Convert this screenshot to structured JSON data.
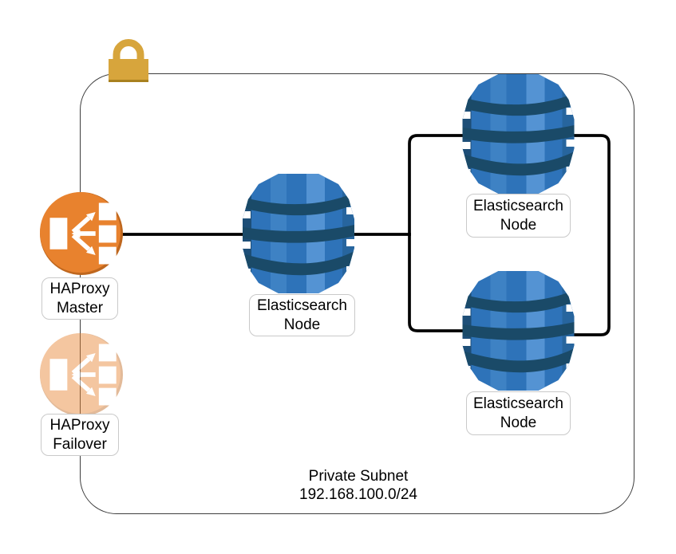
{
  "subnet": {
    "label_line1": "Private Subnet",
    "label_line2": "192.168.100.0/24"
  },
  "nodes": {
    "haproxy_master": {
      "label_line1": "HAProxy",
      "label_line2": "Master",
      "icon": "load-balancer-icon"
    },
    "haproxy_failover": {
      "label_line1": "HAProxy",
      "label_line2": "Failover",
      "icon": "load-balancer-icon"
    },
    "es_center": {
      "label_line1": "Elasticsearch",
      "label_line2": "Node",
      "icon": "database-icon"
    },
    "es_top_right": {
      "label_line1": "Elasticsearch",
      "label_line2": "Node",
      "icon": "database-icon"
    },
    "es_bottom_right": {
      "label_line1": "Elasticsearch",
      "label_line2": "Node",
      "icon": "database-icon"
    }
  },
  "connections": [
    "haproxy_master - es_center",
    "es_center - es_top_right",
    "es_center - es_bottom_right",
    "es_top_right - es_bottom_right"
  ],
  "colors": {
    "load_balancer_orange": "#E8822E",
    "load_balancer_shadow": "#BF671E",
    "database_blue": "#2E73B9",
    "database_blue_light": "#5493D3",
    "database_blue_dark": "#1D4E77",
    "database_band_navy": "#1A4A68",
    "lock_gold": "#D7A53C",
    "connection_line": "#000000",
    "subnet_border": "#3D3D3D",
    "label_box_border": "#C9C9C9",
    "background": "#FFFFFF"
  }
}
